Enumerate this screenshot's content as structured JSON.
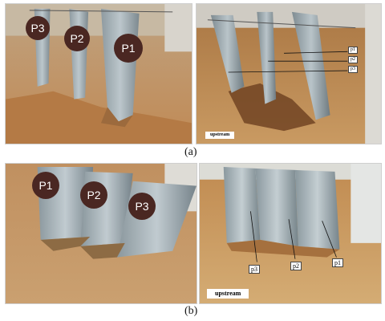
{
  "panel_a": {
    "caption": "(a)",
    "left": {
      "markers": [
        "P3",
        "P2",
        "P1"
      ]
    },
    "right": {
      "labels": [
        "p1",
        "p2",
        "p3"
      ],
      "upstream": "upstream"
    }
  },
  "panel_b": {
    "caption": "(b)",
    "left": {
      "markers": [
        "P1",
        "P2",
        "P3"
      ]
    },
    "right": {
      "labels": [
        "p3",
        "p2",
        "p1"
      ],
      "upstream": "upstream"
    }
  },
  "colors": {
    "sand": "#c9955c",
    "plate": "#a9b6bd",
    "marker": "#4a2722",
    "label_bg": "#ffffff"
  }
}
